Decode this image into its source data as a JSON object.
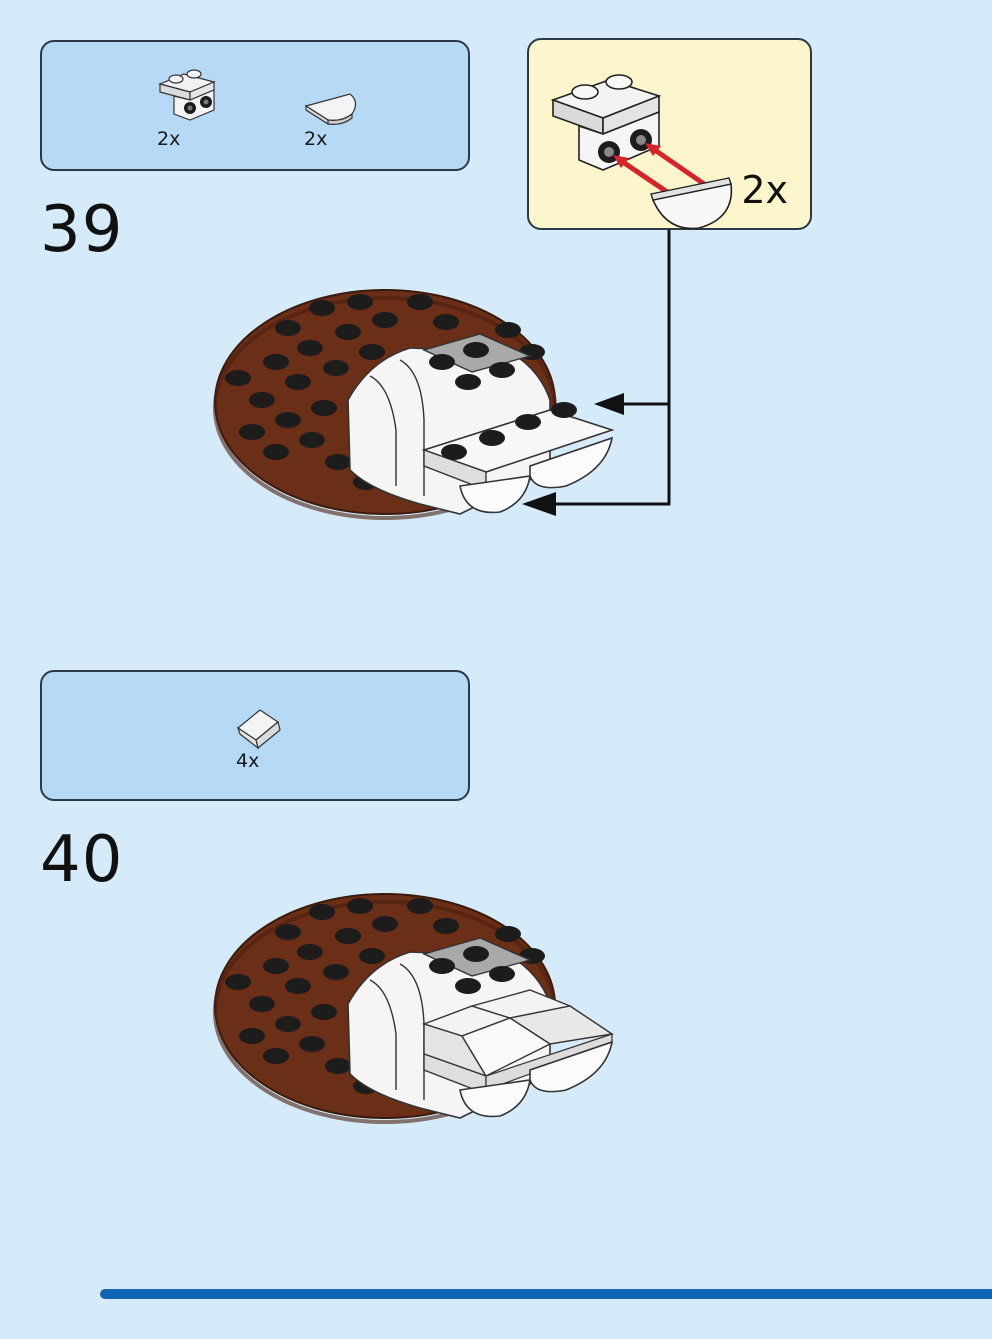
{
  "steps": [
    {
      "number": "39",
      "parts": [
        {
          "icon": "bracket-1x2-icon",
          "qty": "2x"
        },
        {
          "icon": "tile-round-half-icon",
          "qty": "2x"
        }
      ],
      "callout": {
        "qty": "2x"
      }
    },
    {
      "number": "40",
      "parts": [
        {
          "icon": "slope-tile-icon",
          "qty": "4x"
        }
      ]
    }
  ],
  "colors": {
    "page_bg": "#d6ebfa",
    "parts_box_bg": "#b6d9f5",
    "callout_bg": "#fdf5cb",
    "plate_brown": "#6b2f17",
    "stud_black": "#1c1c1c",
    "progress_blue": "#0f65b3",
    "arrow_red": "#d5242a"
  }
}
